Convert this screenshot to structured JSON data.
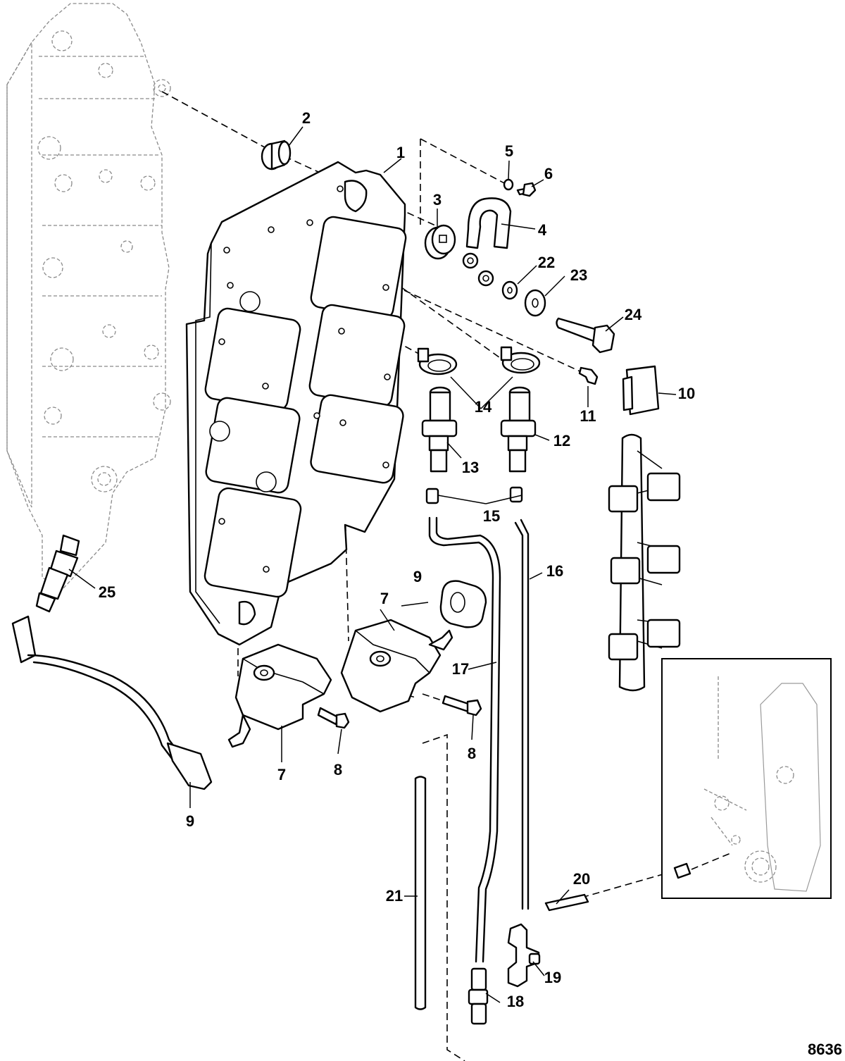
{
  "figure_number": "8636",
  "callouts": {
    "c1": "1",
    "c2": "2",
    "c3": "3",
    "c4": "4",
    "c5": "5",
    "c6": "6",
    "c7a": "7",
    "c7b": "7",
    "c8a": "8",
    "c8b": "8",
    "c9a": "9",
    "c9b": "9",
    "c10": "10",
    "c11": "11",
    "c12": "12",
    "c13": "13",
    "c14": "14",
    "c15": "15",
    "c16": "16",
    "c17": "17",
    "c18": "18",
    "c19": "19",
    "c20": "20",
    "c21": "21",
    "c22": "22",
    "c23": "23",
    "c24": "24",
    "c25": "25"
  }
}
